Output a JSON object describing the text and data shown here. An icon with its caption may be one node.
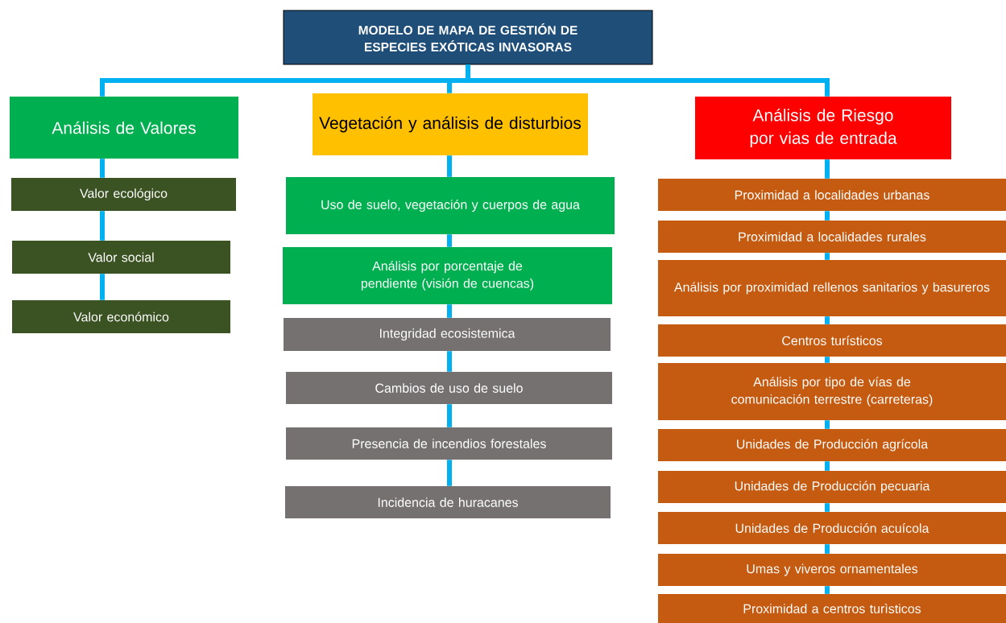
{
  "diagram": {
    "nodes": [
      {
        "text": [
          "MODELO DE MAPA DE GESTIÓN DE ESPECIES EXÓTICAS INVASORAS"
        ]
      },
      {
        "text": [
          "Análisis de Valores"
        ]
      },
      {
        "text": [
          "Vegetación y análisis de disturbios"
        ]
      },
      {
        "text": [
          "Análisis de Riesgo por vias de entrada"
        ]
      },
      {
        "text": [
          "Valor ecológico"
        ]
      },
      {
        "text": [
          "Valor social"
        ]
      },
      {
        "text": [
          "Valor económico"
        ]
      },
      {
        "text": [
          "Uso de suelo, vegetación y cuerpos de agua"
        ]
      },
      {
        "text": [
          "Análisis por porcentaje de pendiente (visión de cuencas)"
        ]
      },
      {
        "text": [
          "Integridad ecosistemica"
        ]
      },
      {
        "text": [
          "Cambios de uso de suelo"
        ]
      },
      {
        "text": [
          "Presencia de incendios forestales"
        ]
      },
      {
        "text": [
          "Incidencia de huracanes"
        ]
      },
      {
        "text": [
          "Proximidad a localidades urbanas"
        ]
      },
      {
        "text": [
          "Proximidad a localidades rurales"
        ]
      },
      {
        "text": [
          "Análisis por proximidad rellenos sanitarios y basureros"
        ]
      },
      {
        "text": [
          "Centros turísticos"
        ]
      },
      {
        "text": [
          "Análisis por tipo de vías de comunicación terrestre (carreteras)"
        ]
      },
      {
        "text": [
          "Unidades de Producción agrícola"
        ]
      },
      {
        "text": [
          "Unidades de Producción pecuaria"
        ]
      },
      {
        "text": [
          "Unidades de Producción acuícola"
        ]
      },
      {
        "text": [
          "Umas y viveros ornamentales"
        ]
      },
      {
        "text": [
          "Proximidad a centros turìsticos"
        ]
      }
    ],
    "edges": [
      {
        "from": 0,
        "to": 1,
        "arrow": "none"
      },
      {
        "from": 0,
        "to": 2,
        "arrow": "none"
      },
      {
        "from": 0,
        "to": 3,
        "arrow": "none"
      },
      {
        "from": 1,
        "to": 4,
        "arrow": "none"
      },
      {
        "from": 4,
        "to": 5,
        "arrow": "none"
      },
      {
        "from": 5,
        "to": 6,
        "arrow": "none"
      },
      {
        "from": 2,
        "to": 7,
        "arrow": "none"
      },
      {
        "from": 7,
        "to": 8,
        "arrow": "none"
      },
      {
        "from": 8,
        "to": 9,
        "arrow": "none"
      },
      {
        "from": 9,
        "to": 10,
        "arrow": "none"
      },
      {
        "from": 10,
        "to": 11,
        "arrow": "none"
      },
      {
        "from": 11,
        "to": 12,
        "arrow": "none"
      },
      {
        "from": 3,
        "to": 13,
        "arrow": "none"
      },
      {
        "from": 13,
        "to": 14,
        "arrow": "none"
      },
      {
        "from": 14,
        "to": 15,
        "arrow": "none"
      },
      {
        "from": 15,
        "to": 16,
        "arrow": "none"
      },
      {
        "from": 16,
        "to": 17,
        "arrow": "none"
      },
      {
        "from": 17,
        "to": 18,
        "arrow": "none"
      },
      {
        "from": 18,
        "to": 19,
        "arrow": "none"
      },
      {
        "from": 19,
        "to": 20,
        "arrow": "none"
      },
      {
        "from": 20,
        "to": 21,
        "arrow": "none"
      },
      {
        "from": 21,
        "to": 22,
        "arrow": "none"
      }
    ]
  }
}
